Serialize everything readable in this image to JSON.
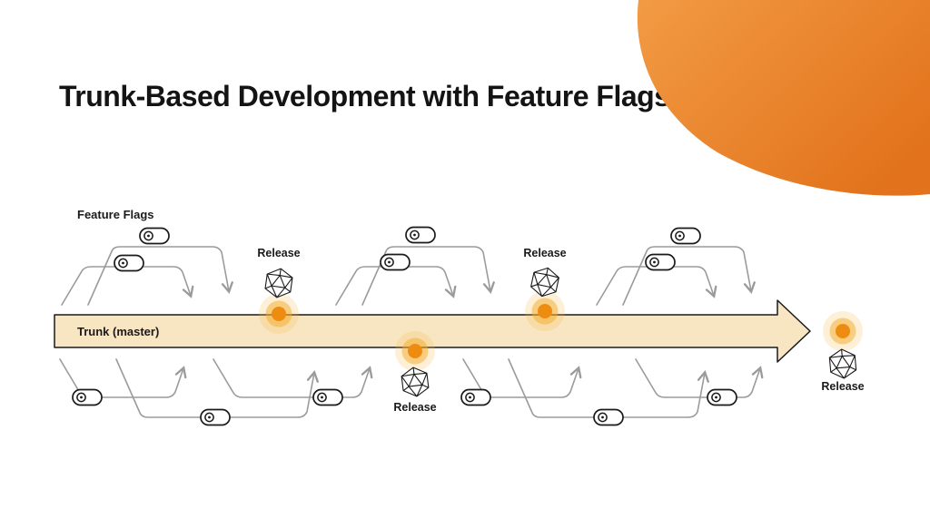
{
  "title": "Trunk-Based Development with Feature Flags",
  "diagram": {
    "feature_flags_label": "Feature Flags",
    "trunk_label": "Trunk (master)",
    "release_label": "Release",
    "release_count": 4,
    "feature_toggle_count": 12,
    "trunk_direction": "left-to-right",
    "colors": {
      "blob_gradient_start": "#F29B44",
      "blob_gradient_end": "#E2731C",
      "trunk_fill": "#F8E6C2",
      "outline": "#1A1A1A",
      "branch_line": "#9B9B9B",
      "release_glow_outer": "#F5A928",
      "release_core": "#EE8C12",
      "background": "#FFFFFF",
      "title_color": "#141414"
    }
  }
}
